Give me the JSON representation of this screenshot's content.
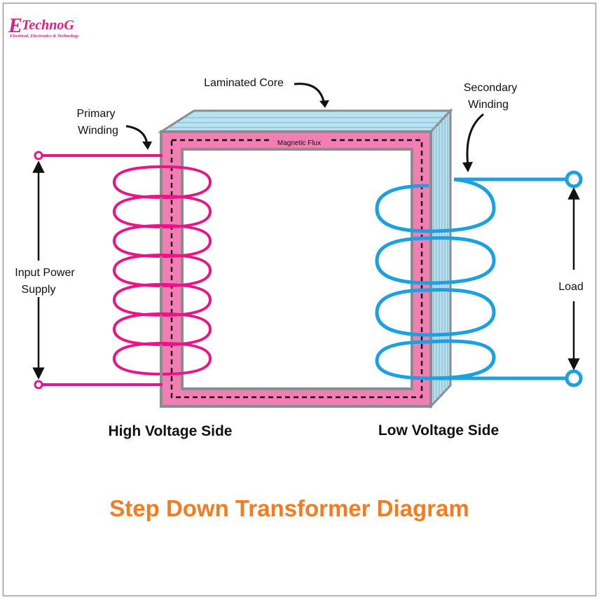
{
  "logo": {
    "initial": "E",
    "name": "TechnoG",
    "tagline": "Electrical, Electronics & Technology"
  },
  "labels": {
    "laminated_core": "Laminated Core",
    "primary_winding_line1": "Primary",
    "primary_winding_line2": "Winding",
    "secondary_winding_line1": "Secondary",
    "secondary_winding_line2": "Winding",
    "magnetic_flux": "Magnetic Flux",
    "input_line1": "Input Power",
    "input_line2": "Supply",
    "load": "Load",
    "high_voltage_side": "High Voltage Side",
    "low_voltage_side": "Low Voltage Side"
  },
  "title": "Step Down Transformer Diagram",
  "colors": {
    "logo": "#e8197d",
    "primary_coil": "#ea1487",
    "secondary_coil": "#1ba1e2",
    "core_face": "#f27fb4",
    "core_edge": "#8c8c8c",
    "laminations": "#b5e3f3",
    "title": "#f47c20"
  }
}
